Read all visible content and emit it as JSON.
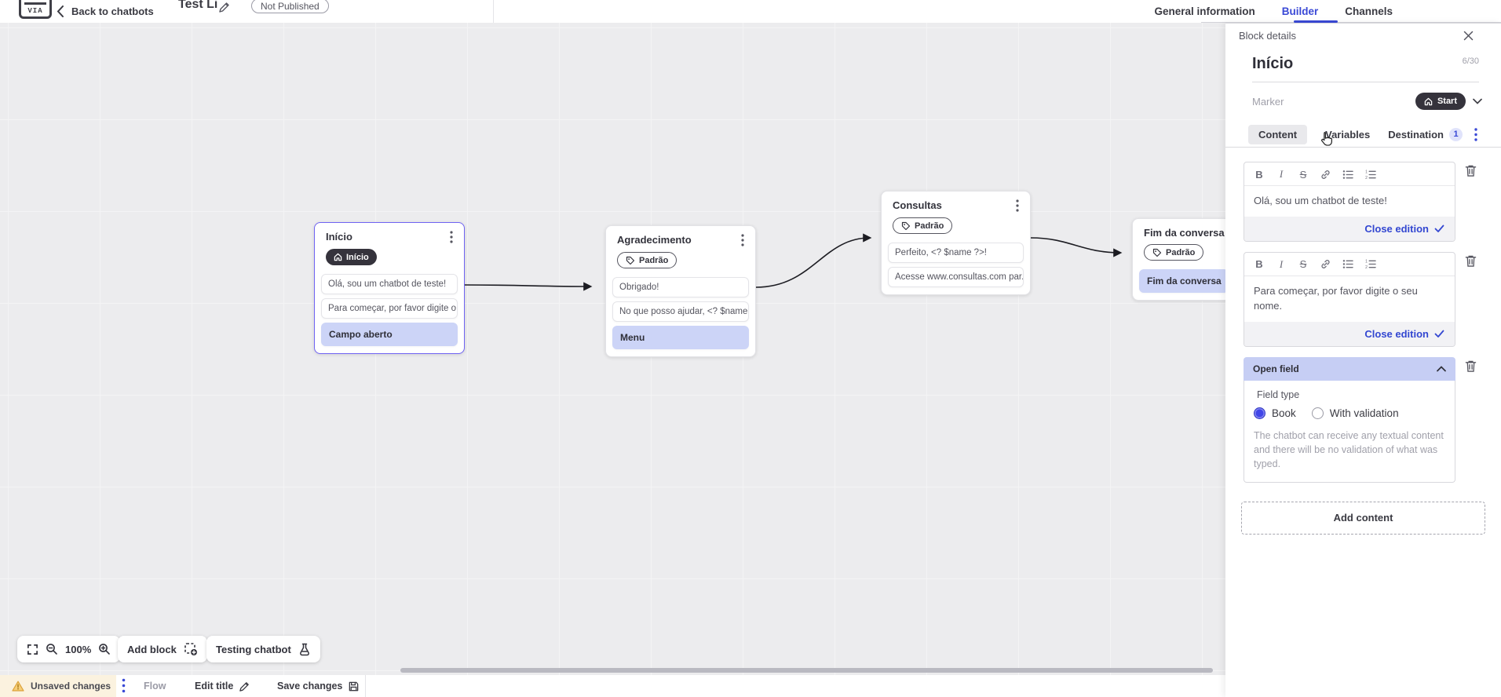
{
  "colors": {
    "accent_blue": "#3a49d6",
    "selected_block_border": "#6f63f2",
    "highlight_item_bg": "#ccd4f7",
    "dark_pill_bg": "#35333c",
    "open_field_header_bg": "#c6cef4",
    "unsaved_bg": "#fbf2df",
    "warning_icon": "#e8a33d"
  },
  "topbar": {
    "back_label": "Back to chatbots",
    "title": "Test Li",
    "status_badge": "Not Published",
    "tabs": [
      {
        "label": "General information"
      },
      {
        "label": "Builder"
      },
      {
        "label": "Channels"
      }
    ]
  },
  "canvas": {
    "blocks": [
      {
        "title": "Início",
        "marker": "Início",
        "items": [
          "Olá, sou um chatbot de teste!",
          "Para começar, por favor digite o ...",
          "Campo aberto"
        ]
      },
      {
        "title": "Agradecimento",
        "marker": "Padrão",
        "items": [
          "Obrigado!",
          "No que posso ajudar, <? $name ...",
          "Menu"
        ]
      },
      {
        "title": "Consultas",
        "marker": "Padrão",
        "items": [
          "Perfeito, <? $name ?>!",
          "Acesse www.consultas.com par..."
        ]
      },
      {
        "title": "Fim da conversa",
        "marker": "Padrão",
        "items": [
          "Fim da conversa"
        ]
      }
    ],
    "toolbar": {
      "zoom_level": "100%",
      "add_block": "Add block",
      "testing": "Testing chatbot"
    }
  },
  "statusbar": {
    "unsaved": "Unsaved changes",
    "flow": "Flow",
    "edit_title": "Edit title",
    "save": "Save changes"
  },
  "panel": {
    "header": "Block details",
    "block_name": "Início",
    "counter": "6/30",
    "marker_label": "Marker",
    "marker_value": "Start",
    "tabs": {
      "content": "Content",
      "variables": "Variables",
      "destination": "Destination",
      "destination_badge": "1"
    },
    "editors": [
      {
        "text": "Olá, sou um chatbot de teste!",
        "close": "Close edition"
      },
      {
        "text": "Para começar, por favor digite o seu nome.",
        "close": "Close edition"
      }
    ],
    "open_field": {
      "title": "Open field",
      "field_type_label": "Field type",
      "option_book": "Book",
      "option_validation": "With validation",
      "description": "The chatbot can receive any textual content and there will be no validation of what was typed."
    },
    "add_content": "Add content"
  }
}
